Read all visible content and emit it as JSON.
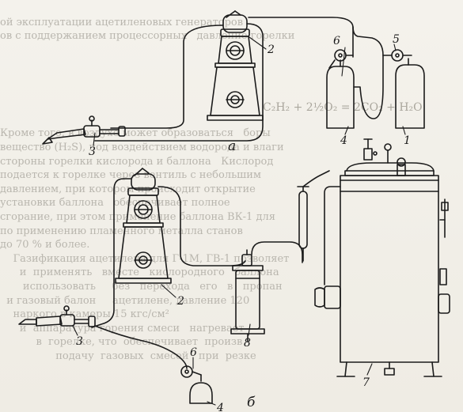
{
  "figure": {
    "labels": {
      "a1": "1",
      "a2": "2",
      "a3": "3",
      "a4": "4",
      "a5": "5",
      "a6": "6",
      "b2": "2",
      "b3": "3",
      "b4": "4",
      "b6": "6",
      "b7": "7",
      "b8": "8"
    },
    "captions": {
      "a": "а",
      "b": "б"
    }
  },
  "background_text": {
    "formula": "C₂H₂ + 2½O₂ = 2CO₂ + H₂O",
    "lines": [
      "",
      "ой эксплуатации ацетиленовых генераторов",
      "ов с поддержанием процессорных   давление горелки",
      "",
      "",
      "",
      "",
      "",
      "",
      "Кроме того, в воздухе может образоваться   боры",
      "вещество (H₂S), под воздействием водорода и влаги",
      "стороны горелки кислорода и баллона   Кислород",
      "подается к горелке через вентиль с небольшим",
      "давлением, при котором происходит открытие",
      "установки баллона   обеспечивает полное",
      "сгорание, при этом применение баллона ВК-1 для",
      "по применению пламенного металла станов",
      "до 70 % и более.",
      "    Газификация ацетилена для Г-1М, ГВ-1 позволяет",
      "      и  применять   вместе   кислородного   баллона",
      "       использовать     без   перехода   его   в   пропан",
      "  и газовый балон     ацетилене, давление 120",
      "    наркого в камеры 15 кгс/см²",
      "      и  аппаратура горения смеси   нагревает",
      "           в  горелке, что  обеспечивает  произв",
      "                 подачу  газовых  смесей   при  резке",
      "",
      "",
      ""
    ]
  }
}
